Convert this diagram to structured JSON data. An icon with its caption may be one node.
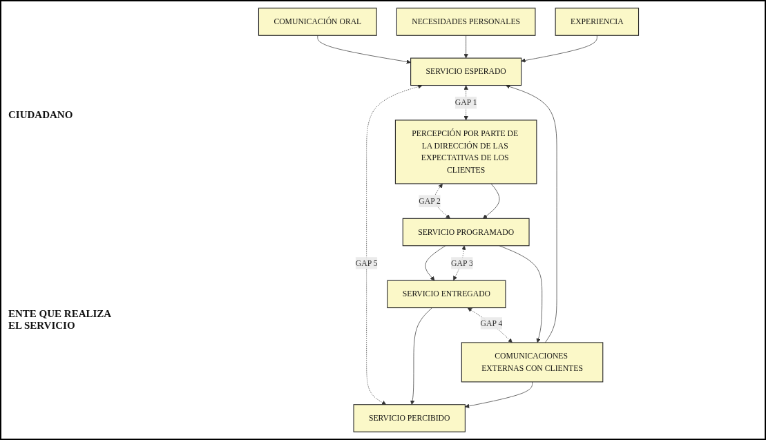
{
  "diagram": {
    "nodes": [
      {
        "text": [
          "COMUNICACIÓN ORAL"
        ]
      },
      {
        "text": [
          "NECESIDADES PERSONALES"
        ]
      },
      {
        "text": [
          "EXPERIENCIA"
        ]
      },
      {
        "text": [
          "SERVICIO ESPERADO"
        ]
      },
      {
        "text": [
          "SERVICIO PERCIBIDO"
        ]
      },
      {
        "text": [
          "SERVICIO ENTREGADO"
        ]
      },
      {
        "text": [
          "COMUNICACIONES EXTERNAS CON CLIENTES"
        ]
      },
      {
        "text": [
          "SERVICIO PROGRAMADO"
        ]
      },
      {
        "text": [
          "PERCEPCIÓN POR PARTE DE LA DIRECCIÓN DE LAS EXPECTATIVAS DE LOS CLIENTES"
        ]
      }
    ],
    "edges": [
      {
        "from": 0,
        "to": 3,
        "arrow": "to"
      },
      {
        "from": 1,
        "to": 3,
        "arrow": "to"
      },
      {
        "from": 2,
        "to": 3,
        "arrow": "to"
      },
      {
        "from": 3,
        "to": 4,
        "arrow": "both",
        "style": "dashed",
        "label": "GAP 5"
      },
      {
        "from": 5,
        "to": 4,
        "arrow": "to"
      },
      {
        "from": 6,
        "to": 3,
        "arrow": "to"
      },
      {
        "from": 6,
        "to": 4,
        "arrow": "to"
      },
      {
        "from": 5,
        "to": 6,
        "arrow": "both",
        "style": "dashed",
        "label": "GAP 4"
      },
      {
        "from": 5,
        "to": 7,
        "arrow": "both",
        "style": "dashed",
        "label": "GAP 3"
      },
      {
        "from": 7,
        "to": 5,
        "arrow": "to"
      },
      {
        "from": 7,
        "to": 6,
        "arrow": "to"
      },
      {
        "from": 8,
        "to": 7,
        "arrow": "both",
        "style": "dashed",
        "label": "GAP 2"
      },
      {
        "from": 8,
        "to": 7,
        "arrow": "to"
      },
      {
        "from": 3,
        "to": 8,
        "arrow": "both",
        "style": "dashed",
        "label": "GAP 1"
      }
    ],
    "labels": [
      "CIUDADANO",
      "ENTE QUE REALIZA EL SERVICIO"
    ]
  }
}
